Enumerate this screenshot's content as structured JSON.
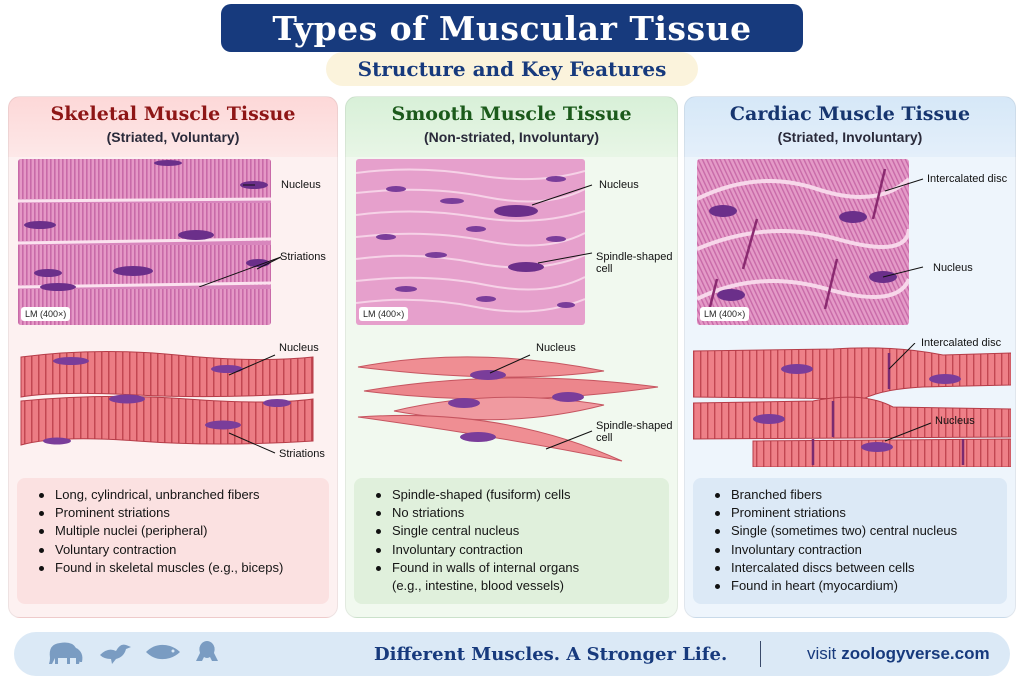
{
  "header": {
    "title": "Types of Muscular Tissue",
    "subtitle": "Structure and Key Features"
  },
  "panels": {
    "skeletal": {
      "title": "Skeletal Muscle Tissue",
      "subtitle": "(Striated, Voluntary)",
      "lm_tag": "LM (400×)",
      "micro_labels": [
        "Nucleus",
        "Striations"
      ],
      "drawing_labels": [
        "Nucleus",
        "Striations"
      ],
      "features": [
        "Long, cylindrical, unbranched fibers",
        "Prominent striations",
        "Multiple nuclei (peripheral)",
        "Voluntary contraction",
        "Found in skeletal muscles (e.g., biceps)"
      ]
    },
    "smooth": {
      "title": "Smooth Muscle Tissue",
      "subtitle": "(Non-striated, Involuntary)",
      "lm_tag": "LM (400×)",
      "micro_labels": [
        "Nucleus",
        "Spindle-shaped",
        "cell"
      ],
      "drawing_labels": [
        "Nucleus",
        "Spindle-shaped",
        "cell"
      ],
      "features": [
        "Spindle-shaped (fusiform) cells",
        "No striations",
        "Single central nucleus",
        "Involuntary contraction",
        "Found in walls of internal organs",
        "(e.g., intestine, blood vessels)"
      ]
    },
    "cardiac": {
      "title": "Cardiac Muscle Tissue",
      "subtitle": "(Striated, Involuntary)",
      "lm_tag": "LM (400×)",
      "micro_labels": [
        "Intercalated disc",
        "Nucleus"
      ],
      "drawing_labels": [
        "Intercalated disc",
        "Nucleus"
      ],
      "features": [
        "Branched fibers",
        "Prominent striations",
        "Single (sometimes two) central nucleus",
        "Involuntary contraction",
        "Intercalated discs between cells",
        "Found in heart (myocardium)"
      ]
    }
  },
  "footer": {
    "icons": [
      "elephant-icon",
      "bird-icon",
      "fish-icon",
      "frog-icon"
    ],
    "tagline": "Different Muscles. A Stronger Life.",
    "visit_label": "visit",
    "website": "zoologyverse.com"
  },
  "colors": {
    "navy": "#173a7d",
    "skeletal_title": "#8e1616",
    "smooth_title": "#1b5a1b",
    "cardiac_title": "#16356f",
    "tissue_pink": "#e89ac8",
    "nucleus_purple": "#7a3d9a",
    "fiber_red": "#e8707a"
  }
}
